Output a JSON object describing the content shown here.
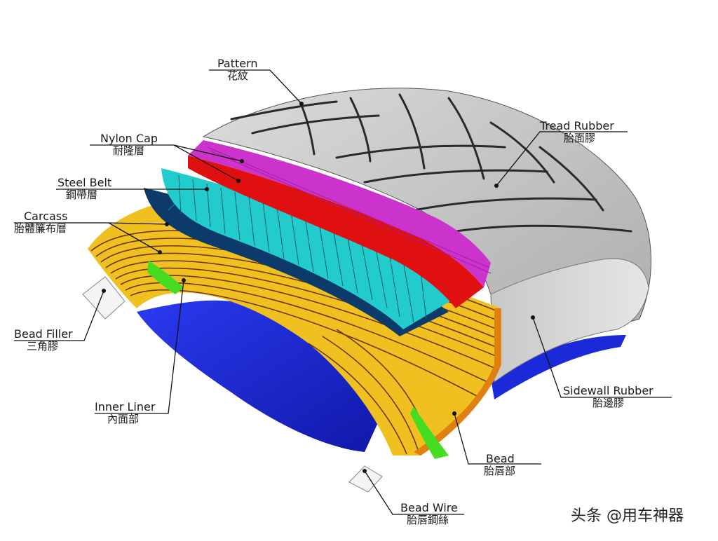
{
  "labels": {
    "pattern": {
      "en": "Pattern",
      "zh": "花紋"
    },
    "tread_rubber": {
      "en": "Tread Rubber",
      "zh": "胎面膠"
    },
    "nylon_cap": {
      "en": "Nylon Cap",
      "zh": "耐隆層"
    },
    "steel_belt": {
      "en": "Steel Belt",
      "zh": "鋼帶層"
    },
    "carcass": {
      "en": "Carcass",
      "zh": "胎體簾布層"
    },
    "bead_filler": {
      "en": "Bead Filler",
      "zh": "三角膠"
    },
    "inner_liner": {
      "en": "Inner Liner",
      "zh": "內面部"
    },
    "sidewall_rubber": {
      "en": "Sidewall Rubber",
      "zh": "胎邊膠"
    },
    "bead": {
      "en": "Bead",
      "zh": "胎唇部"
    },
    "bead_wire": {
      "en": "Bead Wire",
      "zh": "胎唇鋼絲"
    }
  },
  "watermark": "头条 @用车神器",
  "colors": {
    "tread": "#c9c9c9",
    "tread_dark": "#8a8a8a",
    "nylon": "#cc33cc",
    "red_layer": "#e01010",
    "steel_belt": "#22cccc",
    "steel_dark": "#0c3b6b",
    "carcass": "#f0c020",
    "carcass_orange": "#e08010",
    "inner_liner": "#1a2ad8",
    "bead_filler": "#44dd22"
  }
}
